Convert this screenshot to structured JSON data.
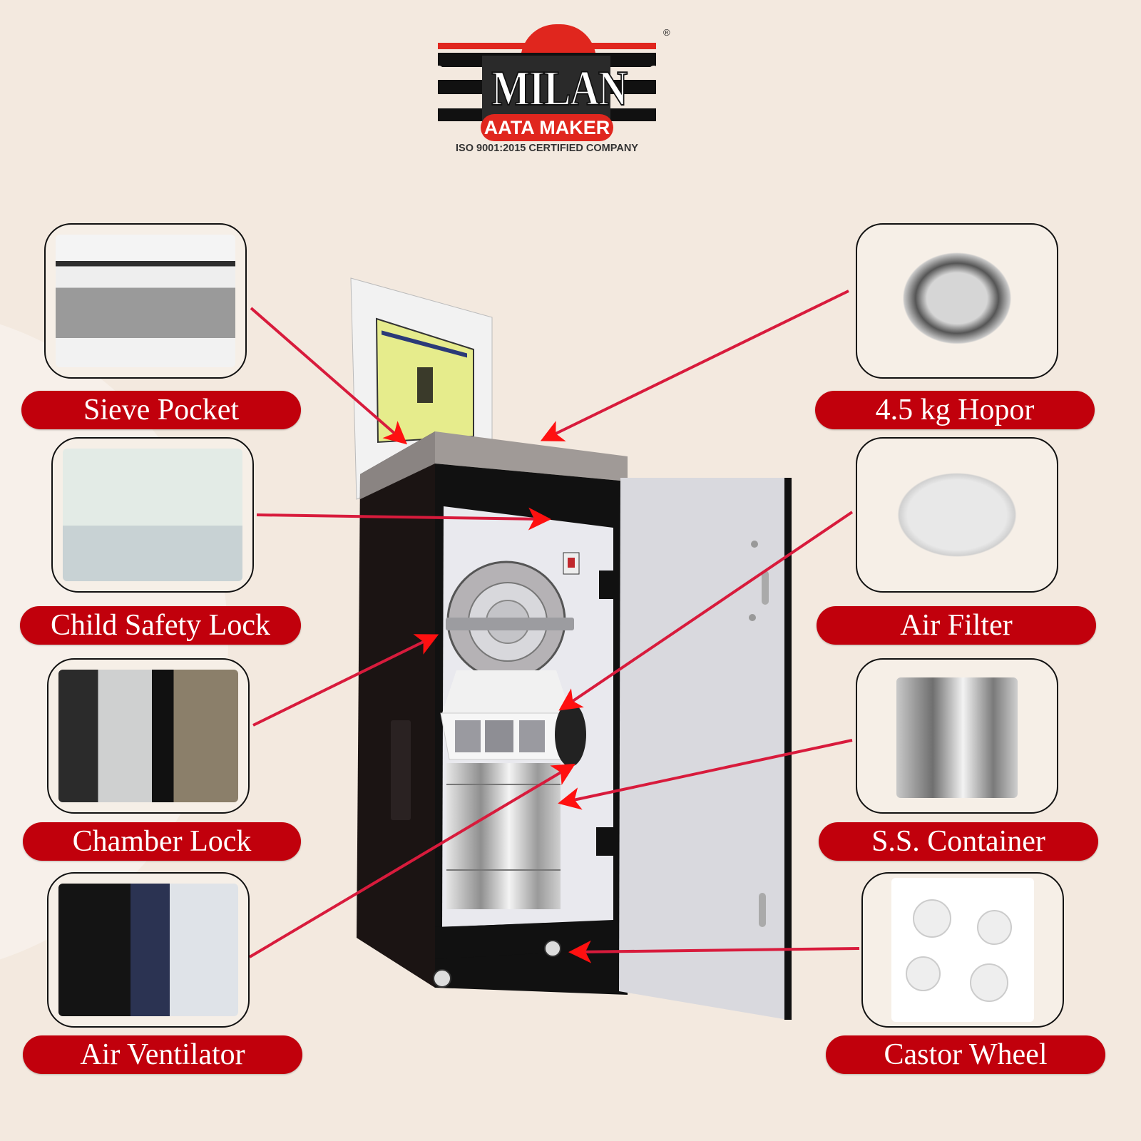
{
  "brand": {
    "name": "MILAN",
    "tagline": "AATA MAKER",
    "certification": "ISO 9001:2015 CERTIFIED COMPANY",
    "registered_mark": "®",
    "colors": {
      "primary_red": "#e0261e",
      "label_red": "#c1000c",
      "black": "#111111",
      "background": "#f3e9df"
    }
  },
  "features": {
    "left": [
      {
        "label": "Sieve Pocket",
        "icon": "sieve-pocket-photo"
      },
      {
        "label": "Child Safety Lock",
        "icon": "child-safety-lock-photo"
      },
      {
        "label": "Chamber Lock",
        "icon": "chamber-lock-photo"
      },
      {
        "label": "Air Ventilator",
        "icon": "air-ventilator-photo"
      }
    ],
    "right": [
      {
        "label": "4.5 kg  Hopor",
        "icon": "hopper-photo"
      },
      {
        "label": "Air Filter",
        "icon": "air-filter-photo"
      },
      {
        "label": "S.S. Container",
        "icon": "ss-container-photo"
      },
      {
        "label": "Castor Wheel",
        "icon": "castor-wheel-photo"
      }
    ]
  },
  "product": {
    "image": "domestic-flour-mill-cabinet-open-door"
  }
}
